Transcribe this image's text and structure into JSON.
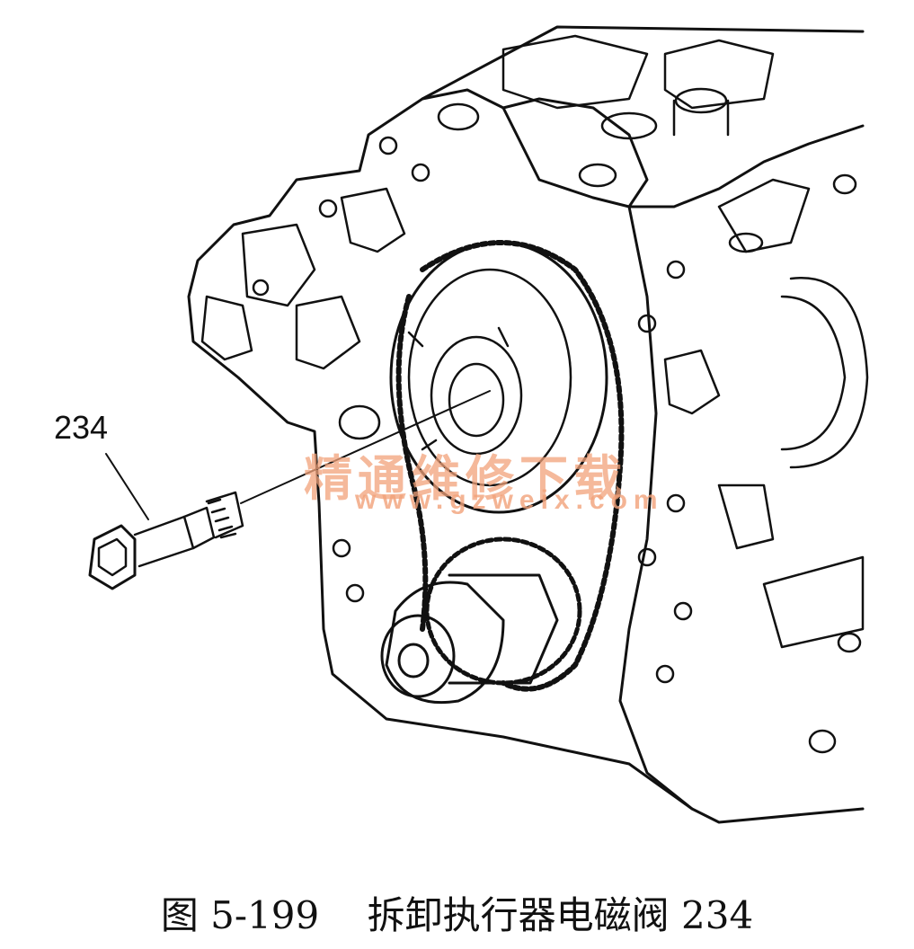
{
  "callout": {
    "label": "234"
  },
  "watermark": {
    "text_cn": "精通维修下载",
    "url": "www.gzweix.com"
  },
  "caption": {
    "figure_no": "图 5-199",
    "title": "拆卸执行器电磁阀 234"
  }
}
